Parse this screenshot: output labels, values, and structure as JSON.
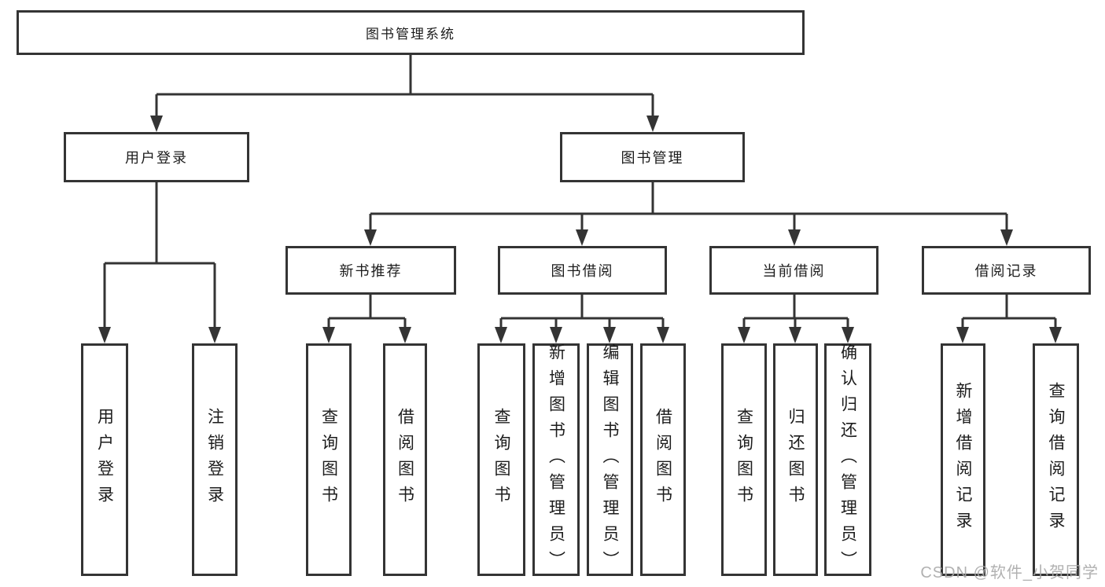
{
  "tree": {
    "root": "图书管理系统",
    "branches": [
      {
        "label": "用户登录",
        "children": [
          "用户登录",
          "注销登录"
        ]
      },
      {
        "label": "图书管理",
        "sections": [
          {
            "label": "新书推荐",
            "children": [
              "查询图书",
              "借阅图书"
            ]
          },
          {
            "label": "图书借阅",
            "children": [
              "查询图书",
              "新增图书（管理员）",
              "编辑图书（管理员）",
              "借阅图书"
            ]
          },
          {
            "label": "当前借阅",
            "children": [
              "查询图书",
              "归还图书",
              "确认归还（管理员）"
            ]
          },
          {
            "label": "借阅记录",
            "children": [
              "新增借阅记录",
              "查询借阅记录"
            ]
          }
        ]
      }
    ]
  },
  "watermark": "CSDN @软件_小贺同学",
  "colors": {
    "line": "#343434",
    "box_border": "#343434",
    "text": "#1c1c1c",
    "watermark": "#a8a8a8",
    "background": "#ffffff"
  }
}
